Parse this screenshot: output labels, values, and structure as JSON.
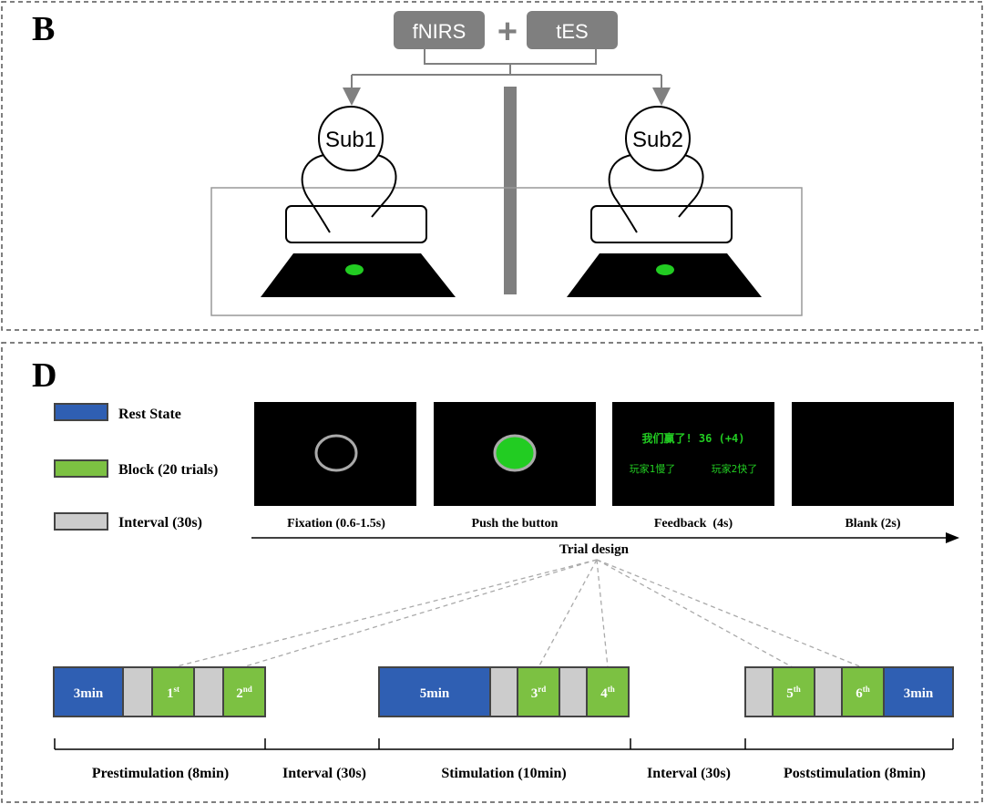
{
  "panel_b": {
    "label": "B",
    "devices": [
      "fNIRS",
      "tES"
    ],
    "plus": "+",
    "subjects": [
      "Sub1",
      "Sub2"
    ]
  },
  "panel_d": {
    "label": "D",
    "legend": [
      {
        "label": "Rest State",
        "color": "#2f5fb3"
      },
      {
        "label": "Block (20 trials)",
        "color": "#7cc142"
      },
      {
        "label": "Interval (30s)",
        "color": "#cccccc"
      }
    ],
    "trial_screens": [
      {
        "caption": "Fixation (0.6-1.5s)"
      },
      {
        "caption": "Push the button"
      },
      {
        "caption": "Feedback  (4s)",
        "line1": "我们赢了! 36 (+4)",
        "line2a": "玩家1慢了",
        "line2b": "玩家2快了"
      },
      {
        "caption": "Blank (2s)"
      }
    ],
    "trial_design_label": "Trial design",
    "timeline_groups": [
      {
        "rest": "3min",
        "blocks": [
          {
            "n": "1",
            "sup": "st"
          },
          {
            "n": "2",
            "sup": "nd"
          }
        ]
      },
      {
        "rest": "5min",
        "blocks": [
          {
            "n": "3",
            "sup": "rd"
          },
          {
            "n": "4",
            "sup": "th"
          }
        ]
      },
      {
        "rest": "3min",
        "blocks": [
          {
            "n": "5",
            "sup": "th"
          },
          {
            "n": "6",
            "sup": "th"
          }
        ]
      }
    ],
    "phases": [
      "Prestimulation (8min)",
      "Interval (30s)",
      "Stimulation (10min)",
      "Interval (30s)",
      "Poststimulation (8min)"
    ]
  },
  "colors": {
    "rest": "#2f5fb3",
    "block": "#7cc142",
    "interval": "#cccccc",
    "device_box": "#7f7f7f",
    "screen_green": "#22cc22"
  }
}
